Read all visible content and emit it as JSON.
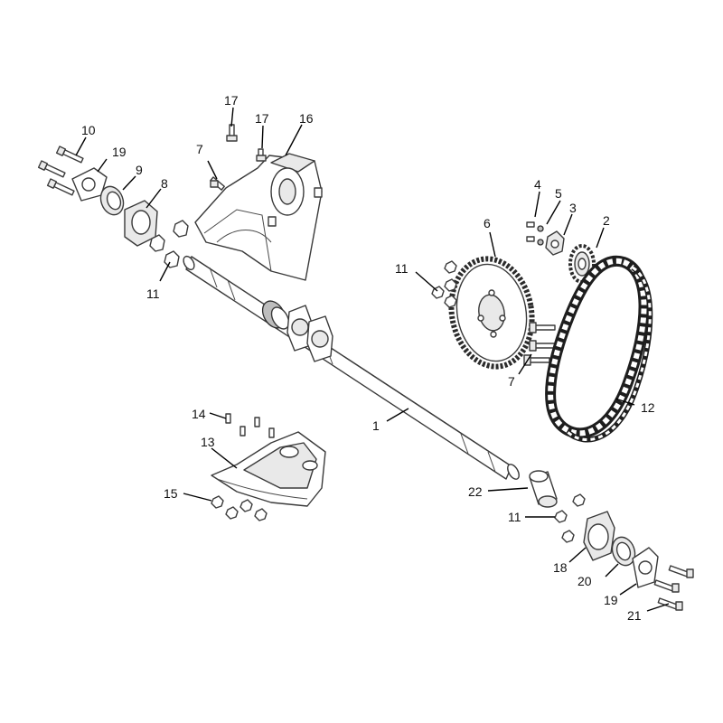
{
  "diagram": {
    "callouts": [
      {
        "id": "c1",
        "label": "1"
      },
      {
        "id": "c2",
        "label": "2"
      },
      {
        "id": "c3",
        "label": "3"
      },
      {
        "id": "c4",
        "label": "4"
      },
      {
        "id": "c5",
        "label": "5"
      },
      {
        "id": "c6",
        "label": "6"
      },
      {
        "id": "c7a",
        "label": "7"
      },
      {
        "id": "c7b",
        "label": "7"
      },
      {
        "id": "c8",
        "label": "8"
      },
      {
        "id": "c9",
        "label": "9"
      },
      {
        "id": "c10",
        "label": "10"
      },
      {
        "id": "c11a",
        "label": "11"
      },
      {
        "id": "c11b",
        "label": "11"
      },
      {
        "id": "c11c",
        "label": "11"
      },
      {
        "id": "c12",
        "label": "12"
      },
      {
        "id": "c13",
        "label": "13"
      },
      {
        "id": "c14",
        "label": "14"
      },
      {
        "id": "c15",
        "label": "15"
      },
      {
        "id": "c16",
        "label": "16"
      },
      {
        "id": "c17a",
        "label": "17"
      },
      {
        "id": "c17b",
        "label": "17"
      },
      {
        "id": "c18",
        "label": "18"
      },
      {
        "id": "c19a",
        "label": "19"
      },
      {
        "id": "c19b",
        "label": "19"
      },
      {
        "id": "c20",
        "label": "20"
      },
      {
        "id": "c21",
        "label": "21"
      },
      {
        "id": "c22",
        "label": "22"
      }
    ]
  }
}
